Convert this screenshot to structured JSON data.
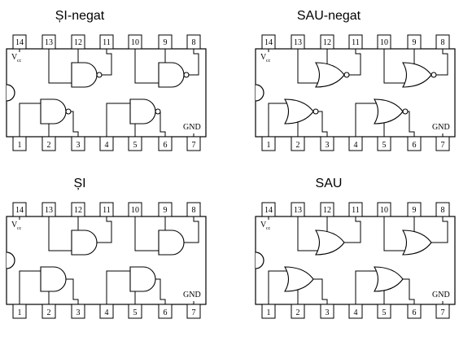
{
  "chips": [
    {
      "title": "ȘI-negat",
      "gate_type": "nand"
    },
    {
      "title": "SAU-negat",
      "gate_type": "nor"
    },
    {
      "title": "ȘI",
      "gate_type": "and"
    },
    {
      "title": "SAU",
      "gate_type": "or"
    }
  ],
  "pins_top": [
    "14",
    "13",
    "12",
    "11",
    "10",
    "9",
    "8"
  ],
  "pins_bottom": [
    "1",
    "2",
    "3",
    "4",
    "5",
    "6",
    "7"
  ],
  "vcc_label": "V",
  "vcc_sub": "cc",
  "gnd_label": "GND"
}
